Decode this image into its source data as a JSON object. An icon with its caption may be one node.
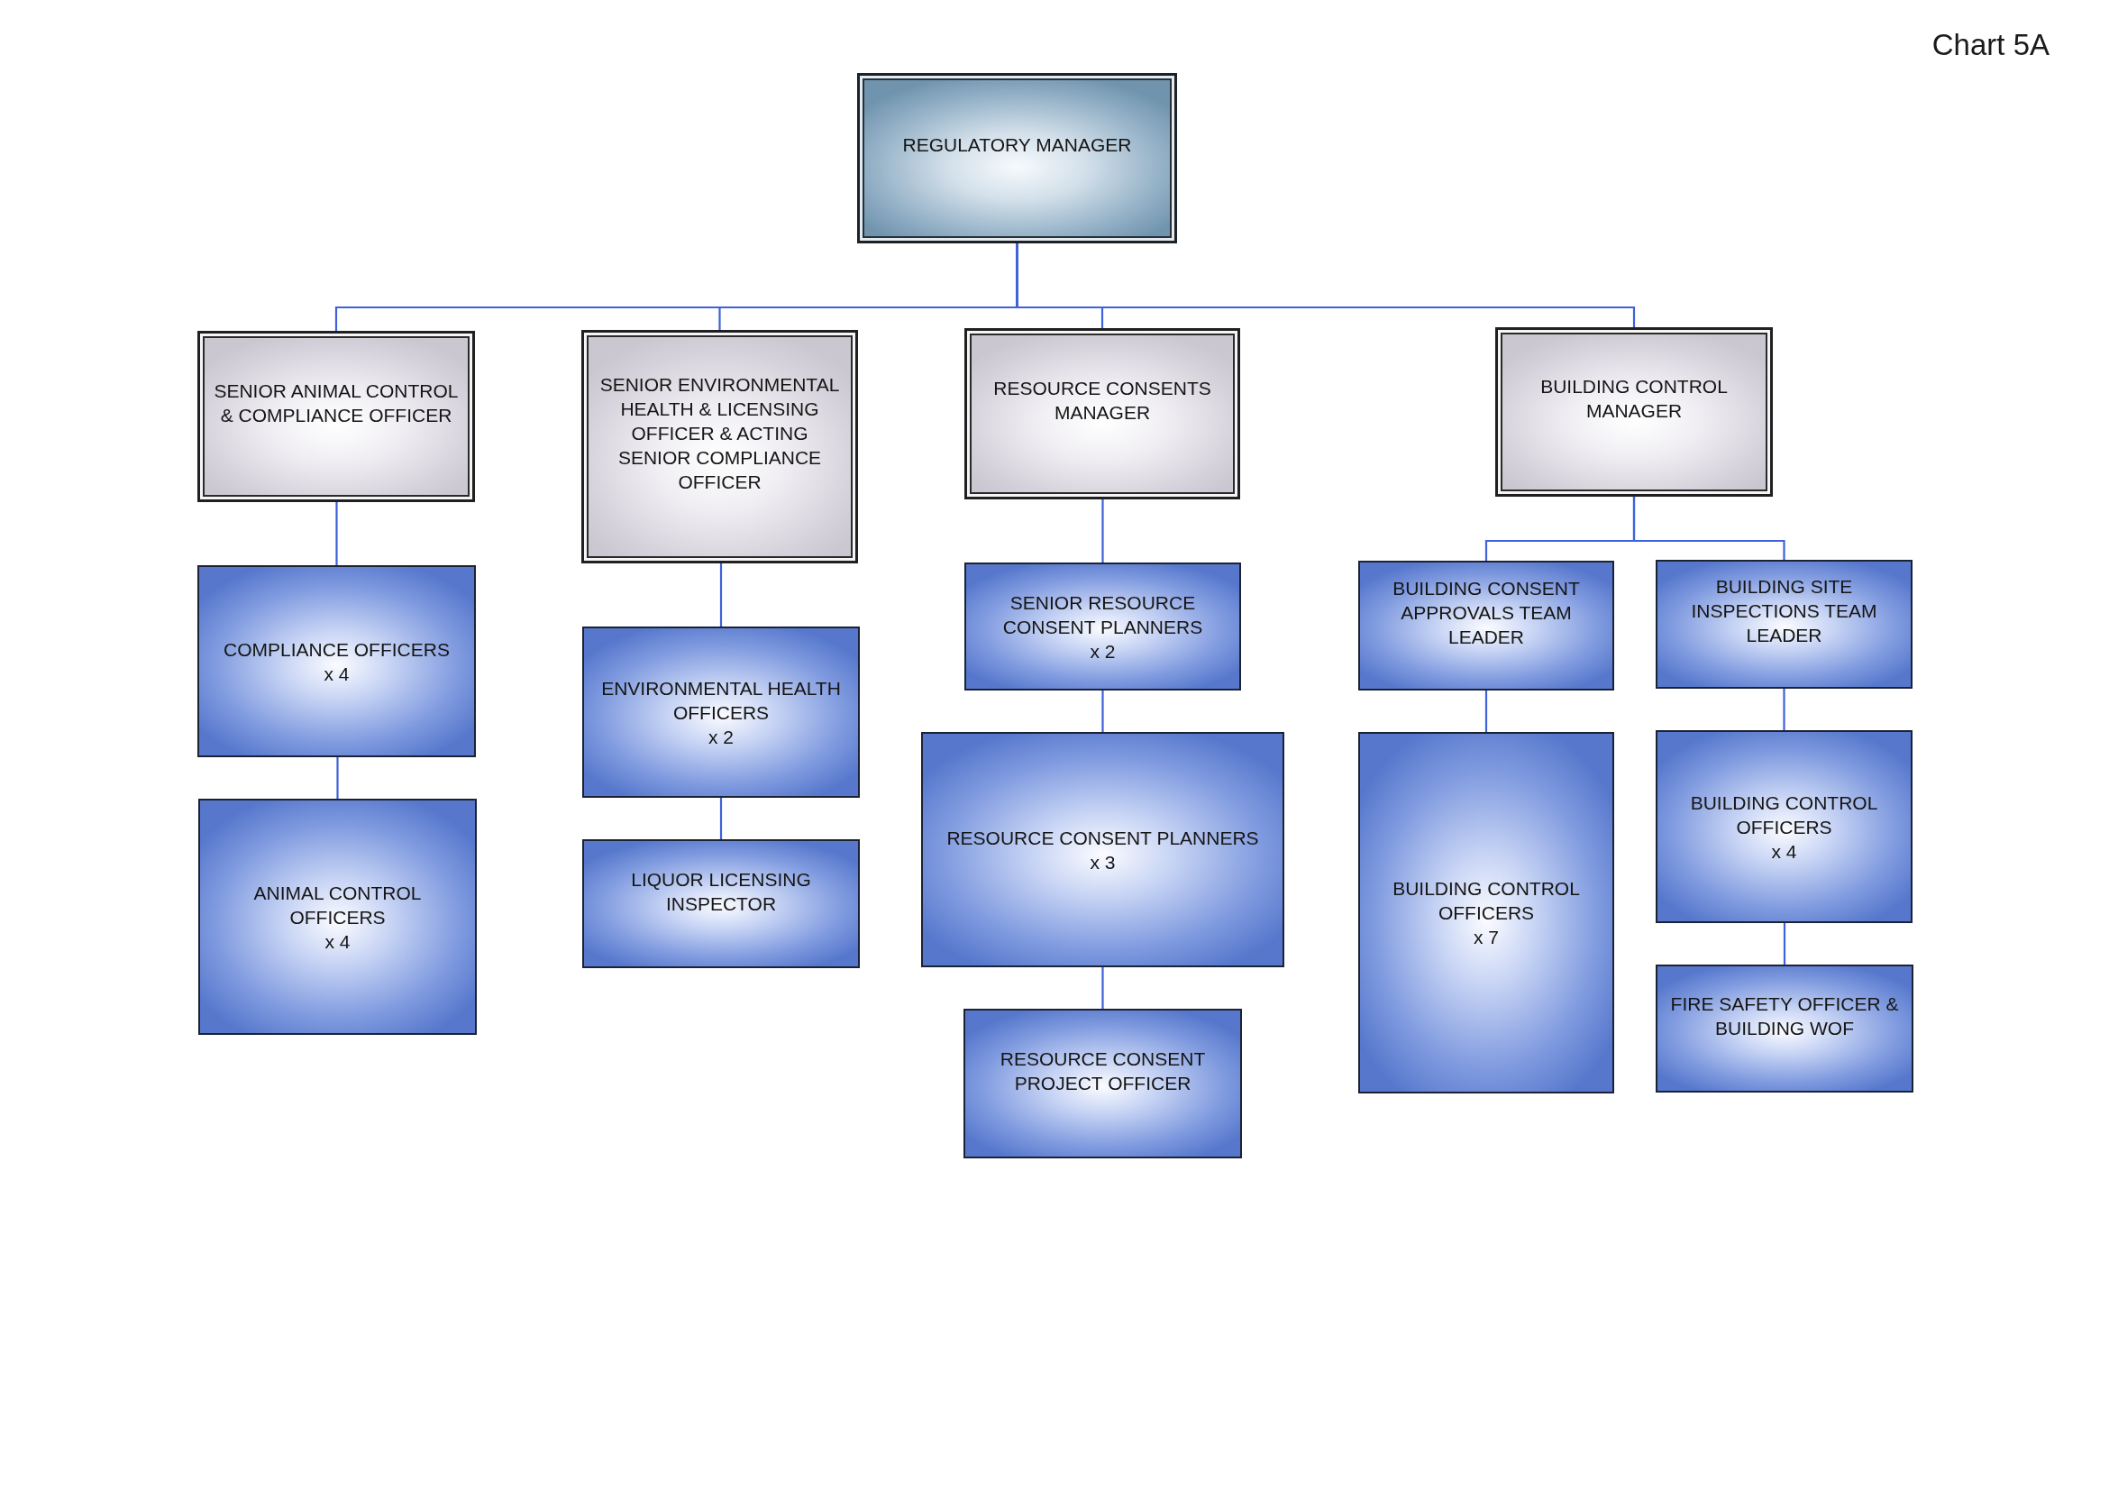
{
  "diagram": {
    "title": "Chart 5A",
    "nodes": [
      {
        "text": [
          "REGULATORY MANAGER"
        ]
      },
      {
        "text": [
          "SENIOR ANIMAL CONTROL & COMPLIANCE OFFICER"
        ]
      },
      {
        "text": [
          "SENIOR ENVIRONMENTAL HEALTH & LICENSING OFFICER & ACTING SENIOR COMPLIANCE OFFICER"
        ]
      },
      {
        "text": [
          "RESOURCE CONSENTS MANAGER"
        ]
      },
      {
        "text": [
          "BUILDING CONTROL MANAGER"
        ]
      },
      {
        "text": [
          "COMPLIANCE OFFICERS",
          "x 4"
        ]
      },
      {
        "text": [
          "ANIMAL CONTROL OFFICERS",
          "x 4"
        ]
      },
      {
        "text": [
          "ENVIRONMENTAL HEALTH OFFICERS",
          "x 2"
        ]
      },
      {
        "text": [
          "LIQUOR LICENSING INSPECTOR"
        ]
      },
      {
        "text": [
          "SENIOR RESOURCE CONSENT PLANNERS",
          "x 2"
        ]
      },
      {
        "text": [
          "RESOURCE CONSENT PLANNERS",
          "x 3"
        ]
      },
      {
        "text": [
          "RESOURCE CONSENT PROJECT OFFICER"
        ]
      },
      {
        "text": [
          "BUILDING CONSENT APPROVALS TEAM LEADER"
        ]
      },
      {
        "text": [
          "BUILDING SITE INSPECTIONS TEAM LEADER"
        ]
      },
      {
        "text": [
          "BUILDING CONTROL OFFICERS",
          "x 7"
        ]
      },
      {
        "text": [
          "BUILDING CONTROL OFFICERS",
          "x 4"
        ]
      },
      {
        "text": [
          "FIRE SAFETY OFFICER & BUILDING WOF"
        ]
      }
    ],
    "edges": [
      {
        "from": 0,
        "to": 1,
        "arrow": "none"
      },
      {
        "from": 0,
        "to": 2,
        "arrow": "none"
      },
      {
        "from": 0,
        "to": 3,
        "arrow": "none"
      },
      {
        "from": 0,
        "to": 4,
        "arrow": "none"
      },
      {
        "from": 1,
        "to": 5,
        "arrow": "none"
      },
      {
        "from": 5,
        "to": 6,
        "arrow": "none"
      },
      {
        "from": 2,
        "to": 7,
        "arrow": "none"
      },
      {
        "from": 7,
        "to": 8,
        "arrow": "none"
      },
      {
        "from": 3,
        "to": 9,
        "arrow": "none"
      },
      {
        "from": 9,
        "to": 10,
        "arrow": "none"
      },
      {
        "from": 10,
        "to": 11,
        "arrow": "none"
      },
      {
        "from": 4,
        "to": 12,
        "arrow": "none"
      },
      {
        "from": 4,
        "to": 13,
        "arrow": "none"
      },
      {
        "from": 12,
        "to": 14,
        "arrow": "none"
      },
      {
        "from": 13,
        "to": 15,
        "arrow": "none"
      },
      {
        "from": 15,
        "to": 16,
        "arrow": "none"
      }
    ]
  }
}
